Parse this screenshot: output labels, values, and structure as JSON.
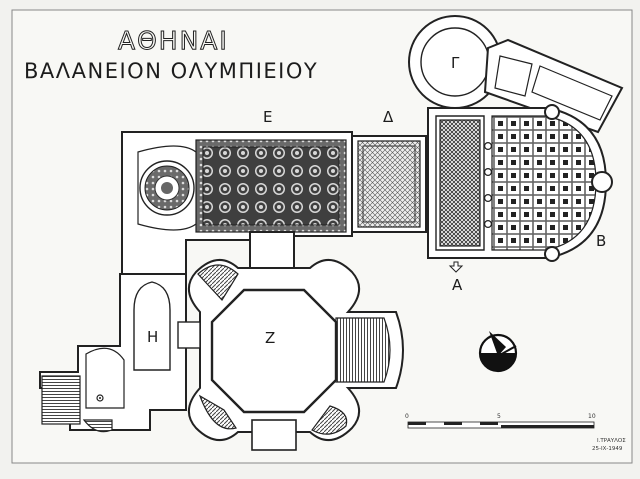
{
  "title": {
    "city": "ΑΘΗΝΑΙ",
    "subtitle": "ΒΑΛΑΝΕΙΟΝ ΟΛΥΜΠΙΕΙΟΥ"
  },
  "rooms": [
    {
      "id": "A",
      "label": "Α"
    },
    {
      "id": "B",
      "label": "Β"
    },
    {
      "id": "G",
      "label": "Γ"
    },
    {
      "id": "D",
      "label": "Δ"
    },
    {
      "id": "E",
      "label": "Ε"
    },
    {
      "id": "Z",
      "label": "Ζ"
    },
    {
      "id": "H",
      "label": "Η"
    }
  ],
  "scale": {
    "ticks": [
      "0",
      "5",
      "10"
    ]
  },
  "signature": {
    "name": "Ι.ΤΡΑΥΛΟΣ",
    "date": "25-ΙΧ-1949"
  },
  "icons": [
    "north-arrow-icon",
    "entrance-arrow-icon"
  ],
  "colors": {
    "ink": "#1c1c1c",
    "paper": "#f2f2ef",
    "fill": "#555555"
  }
}
